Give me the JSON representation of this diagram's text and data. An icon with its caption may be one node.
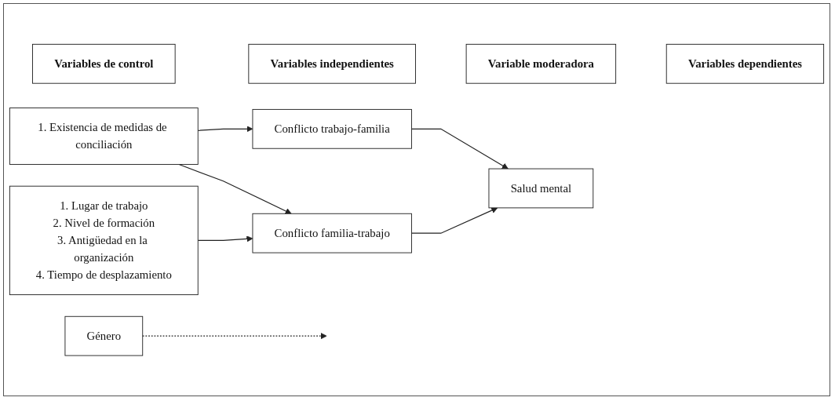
{
  "diagram": {
    "nodes": [
      {
        "text": [
          "Variables de control"
        ]
      },
      {
        "text": [
          "Variables independientes"
        ]
      },
      {
        "text": [
          "Variable moderadora"
        ]
      },
      {
        "text": [
          "Variables dependientes"
        ]
      },
      {
        "text": [
          "1. Existencia de medidas de conciliación"
        ]
      },
      {
        "text": [
          "Conflicto trabajo-familia"
        ]
      },
      {
        "text": [
          "Género"
        ]
      },
      {
        "text": [
          "Salud mental"
        ]
      },
      {
        "text": [
          "1. Lugar de trabajo",
          "2. Nivel de formación",
          "3. Antigüedad en la organización",
          "4. Tiempo de desplazamiento"
        ]
      },
      {
        "text": [
          "Conflicto familia-trabajo"
        ]
      }
    ],
    "edges": [
      {
        "from": 4,
        "to": 5,
        "arrow": "to"
      },
      {
        "from": 4,
        "to": 9,
        "arrow": "to"
      },
      {
        "from": 8,
        "to": 9,
        "arrow": "to"
      },
      {
        "from": 5,
        "to": 7,
        "arrow": "to"
      },
      {
        "from": 9,
        "to": 7,
        "arrow": "to"
      },
      {
        "from": 6,
        "to": null,
        "arrow": "to",
        "style": "dashed"
      }
    ]
  }
}
